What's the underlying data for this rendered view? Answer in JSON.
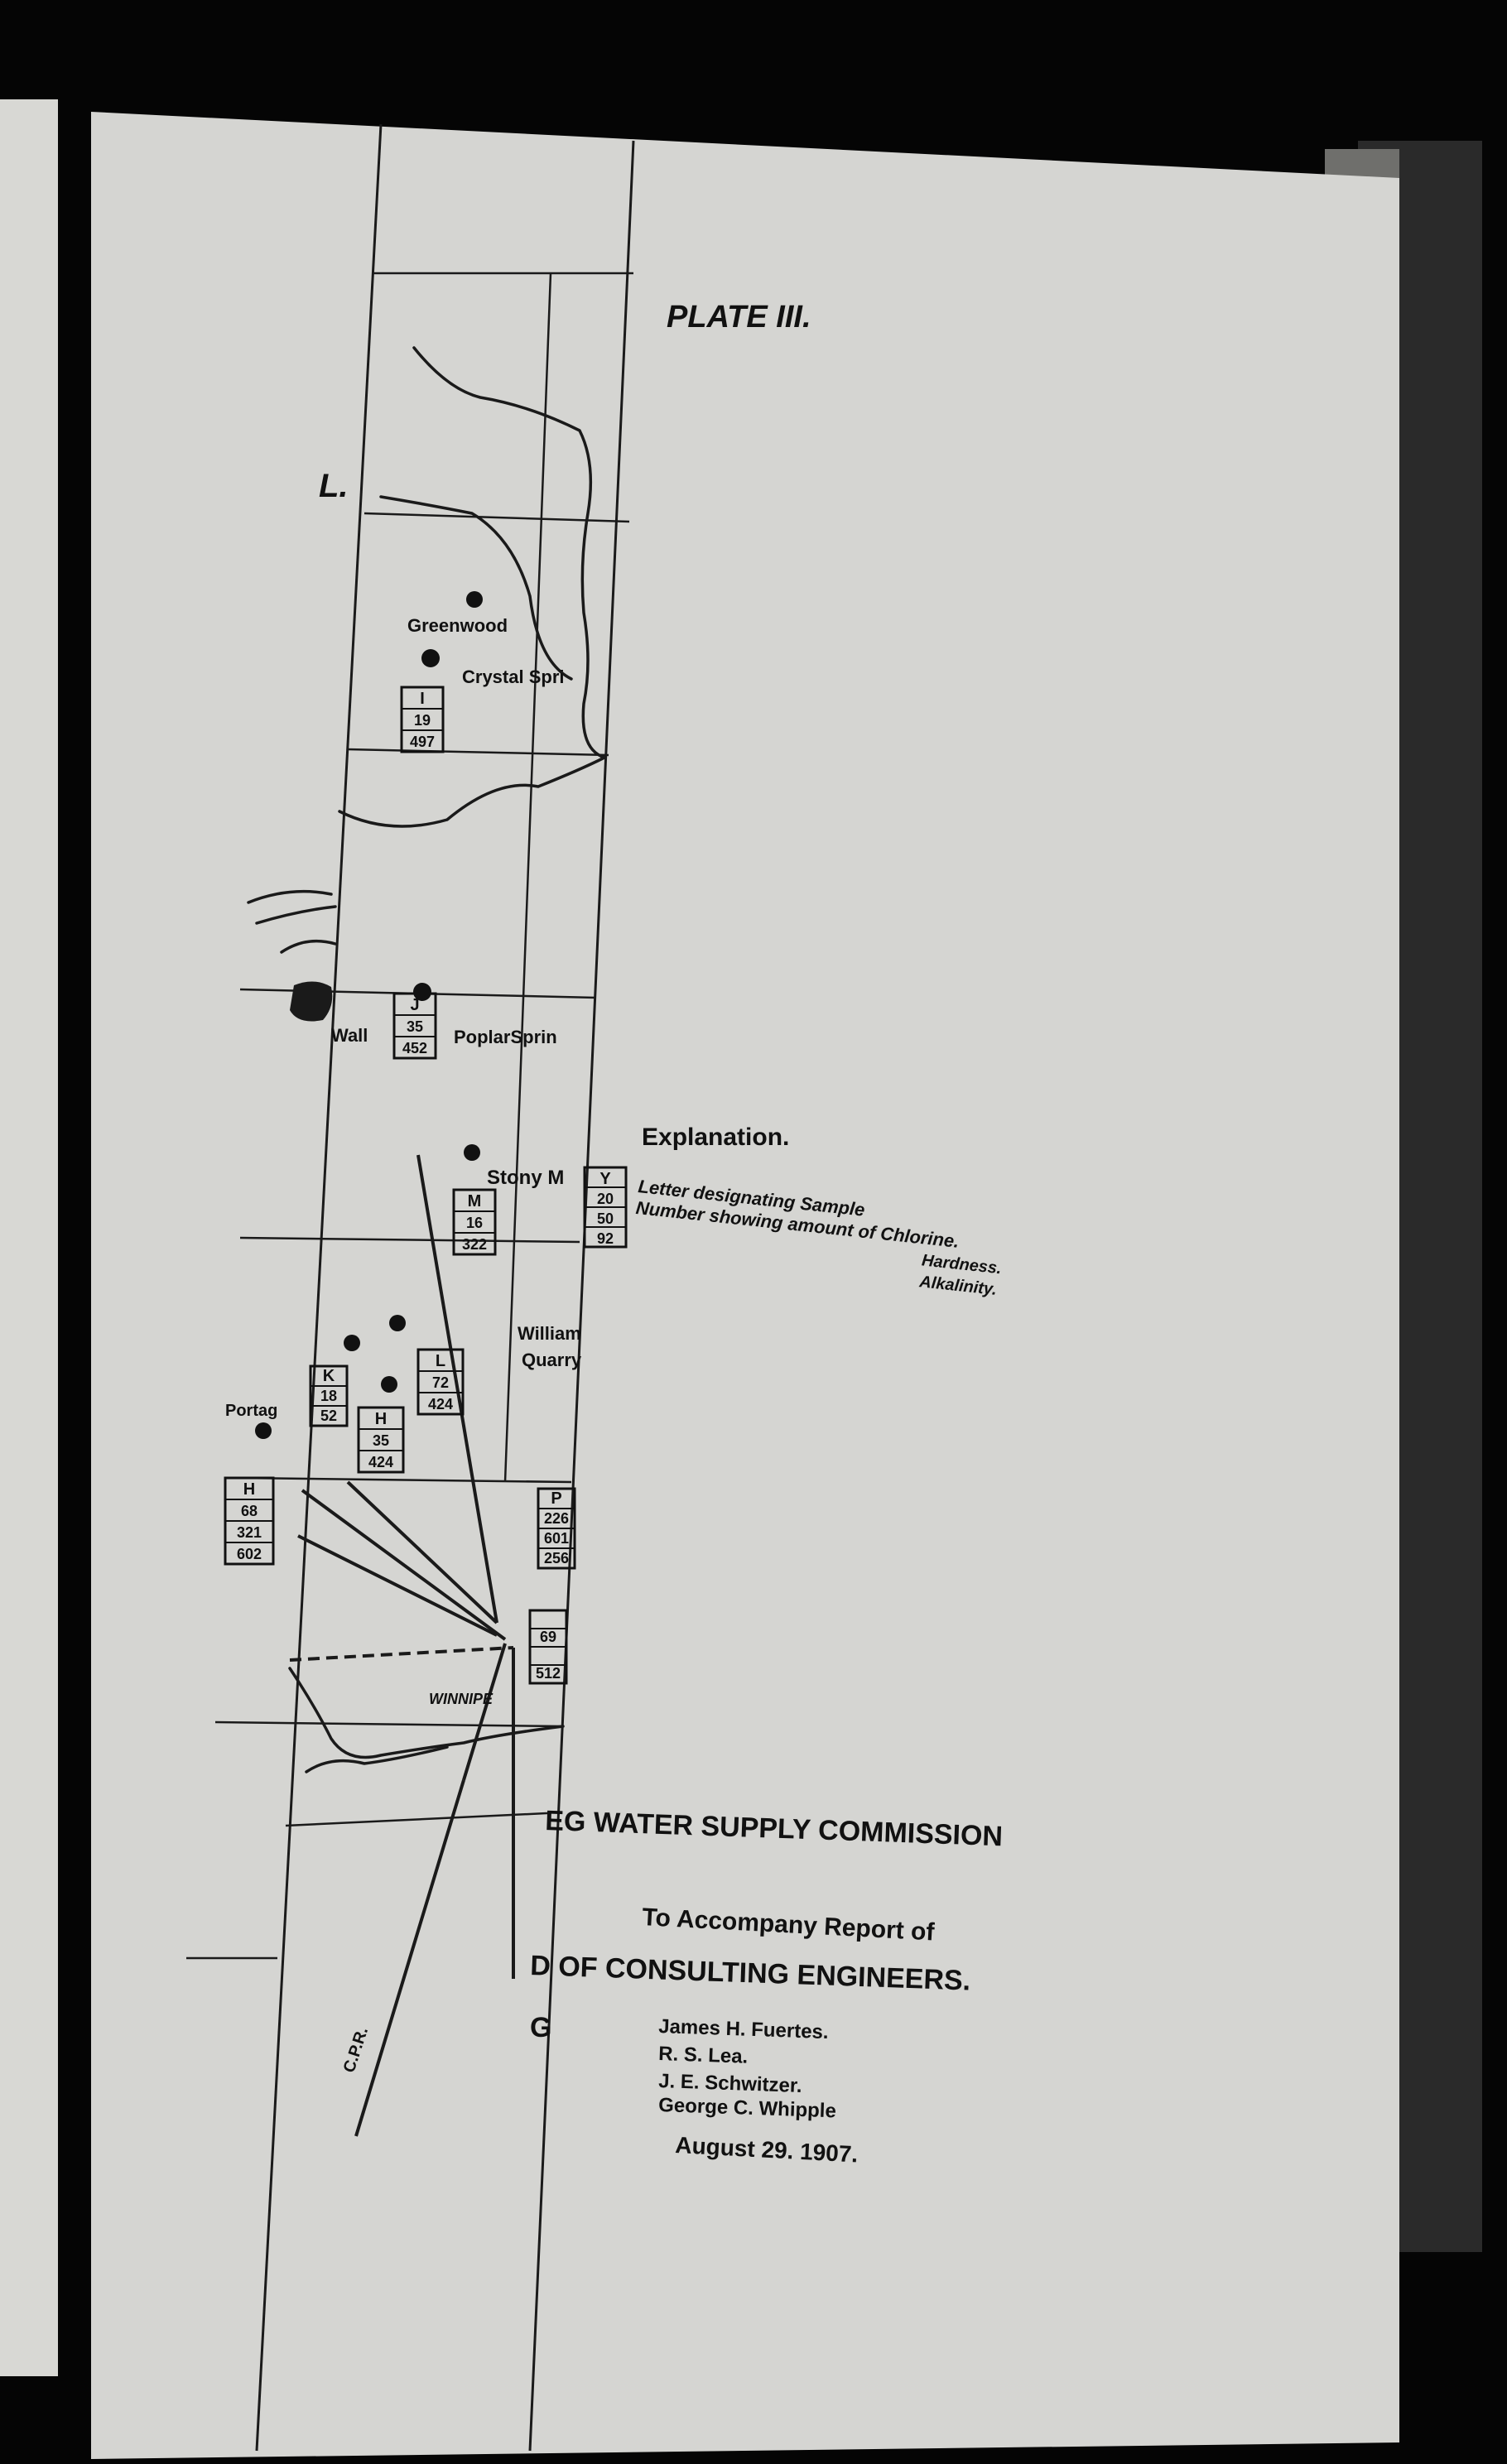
{
  "plate_title": "PLATE III.",
  "lake_fragment": "L.",
  "towns": {
    "greenwood": "Greenwood",
    "crystal_spring": "Crystal Spri",
    "wall": "Wall",
    "poplar_springs": "PoplarSprin",
    "stony_mountain": "Stony M",
    "william_quarry_1": "William",
    "william_quarry_2": "Quarry",
    "portage": "Portag",
    "winnipeg": "WINNIPE",
    "cpr": "C.P.R."
  },
  "samples": [
    {
      "letter": "I",
      "values": [
        "19",
        "497"
      ]
    },
    {
      "letter": "J",
      "values": [
        "35",
        "452"
      ]
    },
    {
      "letter": "M",
      "values": [
        "16",
        "322"
      ]
    },
    {
      "letter": "K",
      "values": [
        "18",
        "52"
      ]
    },
    {
      "letter": "L",
      "values": [
        "72",
        "424"
      ]
    },
    {
      "letter": "H",
      "values": [
        "35",
        "424"
      ]
    },
    {
      "letter": "H",
      "values": [
        "68",
        "321",
        "602"
      ]
    },
    {
      "letter": "P",
      "values": [
        "226",
        "601",
        "256"
      ]
    },
    {
      "letter": "",
      "values": [
        "69",
        "",
        "512"
      ]
    }
  ],
  "explanation": {
    "title": "Explanation.",
    "key_values": [
      "20",
      "50",
      "92"
    ],
    "key_letter": "Y",
    "line1": "Letter designating Sample",
    "line2": "Number showing amount of Chlorine.",
    "line3": "Hardness.",
    "line4": "Alkalinity."
  },
  "commission": {
    "title": "EG WATER SUPPLY COMMISSION",
    "subtitle": "To Accompany Report of",
    "board": "D OF CONSULTING ENGINEERS.",
    "marker": "G"
  },
  "signatories": [
    "James H. Fuertes.",
    "R. S. Lea.",
    "J. E. Schwitzer.",
    "George C. Whipple"
  ],
  "date": "August 29. 1907."
}
